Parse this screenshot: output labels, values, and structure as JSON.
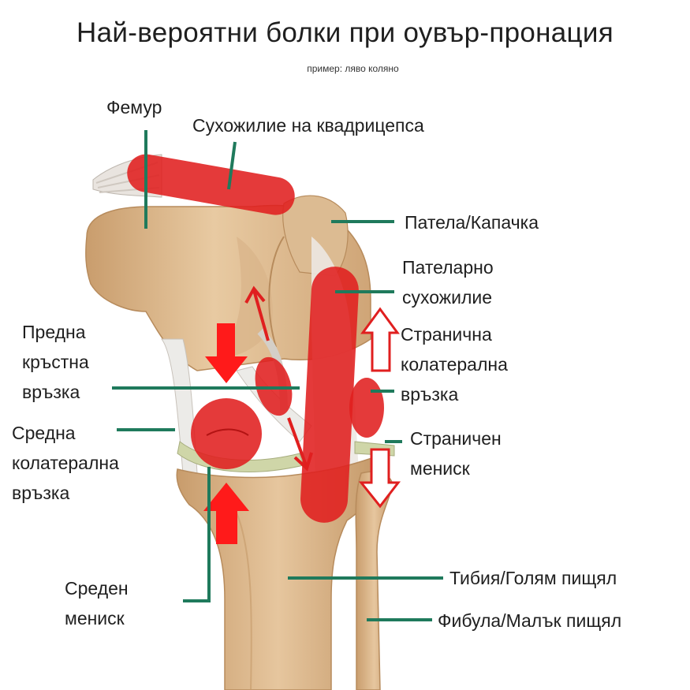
{
  "title": "Най-вероятни болки при оувър-пронация",
  "subtitle": "пример: ляво коляно",
  "labels": {
    "femur": "Фемур",
    "quad_tendon": "Сухожилие на квадрицепса",
    "patella": "Патела/Капачка",
    "patellar_tendon": [
      "Пателарно",
      "сухожилие"
    ],
    "lcl": [
      "Странична",
      "колатерална",
      "връзка"
    ],
    "acl": [
      "Предна",
      "кръстна",
      "връзка"
    ],
    "mcl": [
      "Средна",
      "колатерална",
      "връзка"
    ],
    "lateral_meniscus": [
      "Страничен",
      "мениск"
    ],
    "medial_meniscus": [
      "Среден",
      "мениск"
    ],
    "tibia": "Тибия/Голям пищял",
    "fibula": "Фибула/Малък пищял"
  },
  "colors": {
    "bone": "#e3c29a",
    "bone_shade": "#c99d6d",
    "ligament": "#ececec",
    "pain": "#e01f1f",
    "leader": "#1f7a5c",
    "text": "#1f1f1f"
  }
}
